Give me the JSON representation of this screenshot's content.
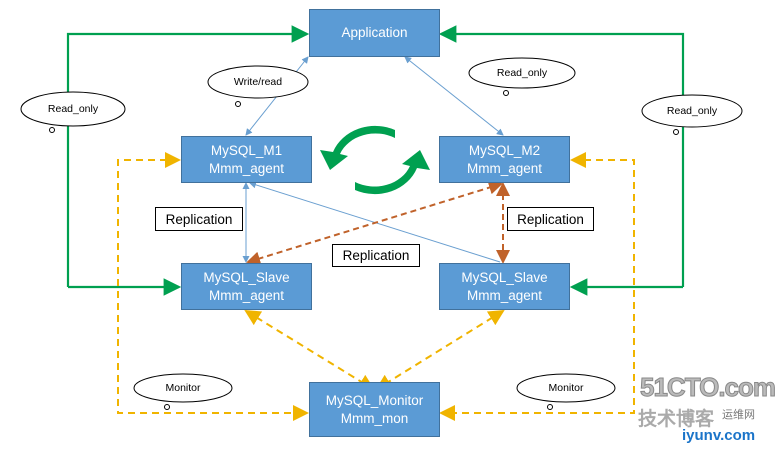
{
  "nodes": {
    "application": {
      "label": "Application"
    },
    "m1": {
      "line1": "MySQL_M1",
      "line2": "Mmm_agent"
    },
    "m2": {
      "line1": "MySQL_M2",
      "line2": "Mmm_agent"
    },
    "slave1": {
      "line1": "MySQL_Slave",
      "line2": "Mmm_agent"
    },
    "slave2": {
      "line1": "MySQL_Slave",
      "line2": "Mmm_agent"
    },
    "monitor": {
      "line1": "MySQL_Monitor",
      "line2": "Mmm_mon"
    }
  },
  "clouds": {
    "write_read": "Write/read",
    "read_only_left": "Read_only",
    "read_only_top_right": "Read_only",
    "read_only_right": "Read_only",
    "monitor_left": "Monitor",
    "monitor_right": "Monitor"
  },
  "callouts": {
    "replication_left": "Replication",
    "replication_center": "Replication",
    "replication_right": "Replication"
  },
  "colors": {
    "box": "#5b9bd5",
    "read_only_line": "#00a050",
    "monitor_line": "#f0b400",
    "replication_dashed": "#c0622a",
    "link": "#6a9fd0"
  },
  "watermark": {
    "line1": "51CTO.com",
    "line2": "技术博客",
    "line3": "运维网",
    "line4": "iyunv.com"
  }
}
